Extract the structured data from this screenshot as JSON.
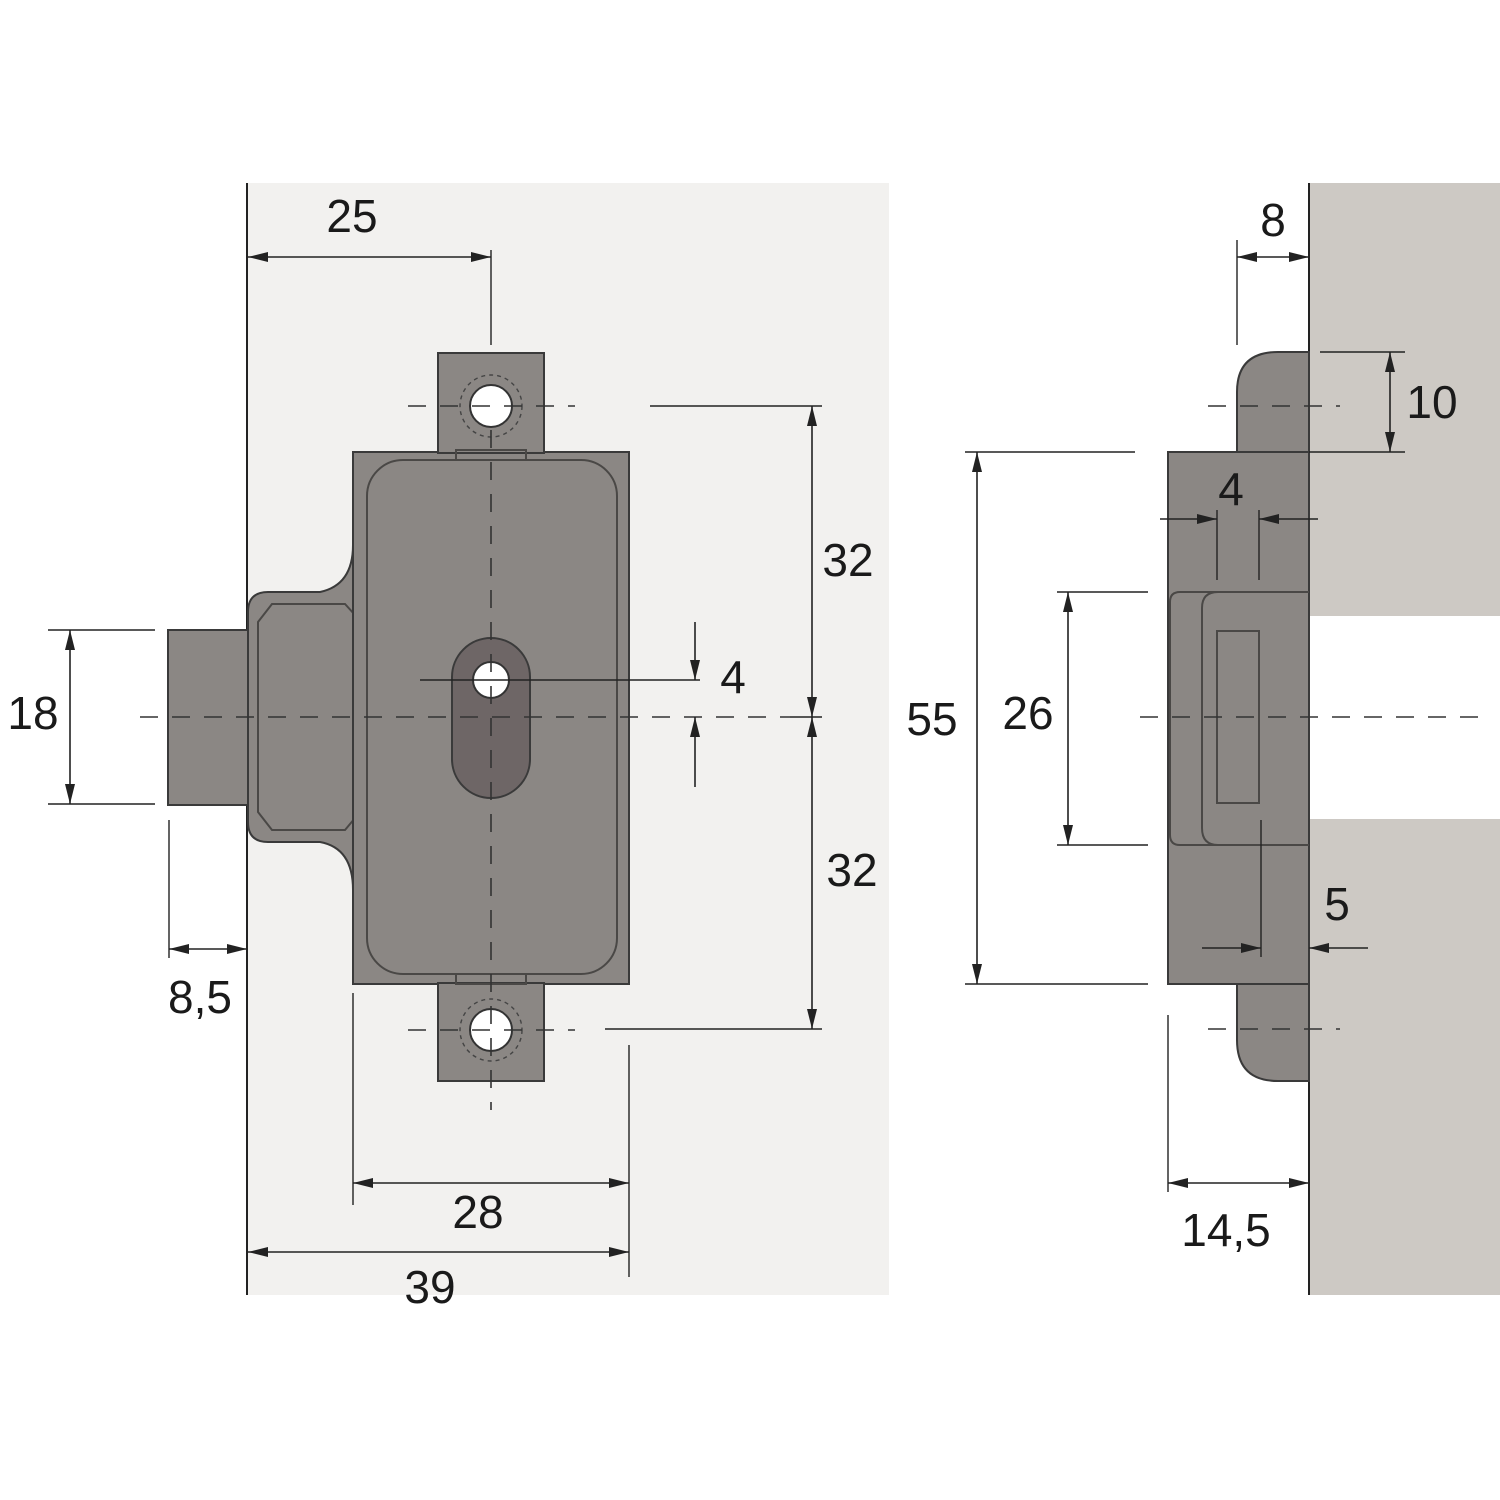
{
  "colors": {
    "panel_front": "#f2f1ef",
    "panel_side": "#cdc9c4",
    "lock_body": "#8b8784",
    "keyhole": "#6e6666",
    "line": "#222222"
  },
  "front_view": {
    "dims": {
      "top_width": "25",
      "upper_height": "32",
      "lower_height": "32",
      "key_offset": "4",
      "bolt_height": "18",
      "bolt_projection": "8,5",
      "body_width": "28",
      "total_width": "39"
    }
  },
  "side_view": {
    "dims": {
      "flange_depth": "8",
      "hole_offset": "10",
      "slot_width": "4",
      "total_height": "55",
      "bolt_height": "26",
      "bolt_offset": "5",
      "total_depth": "14,5"
    }
  }
}
